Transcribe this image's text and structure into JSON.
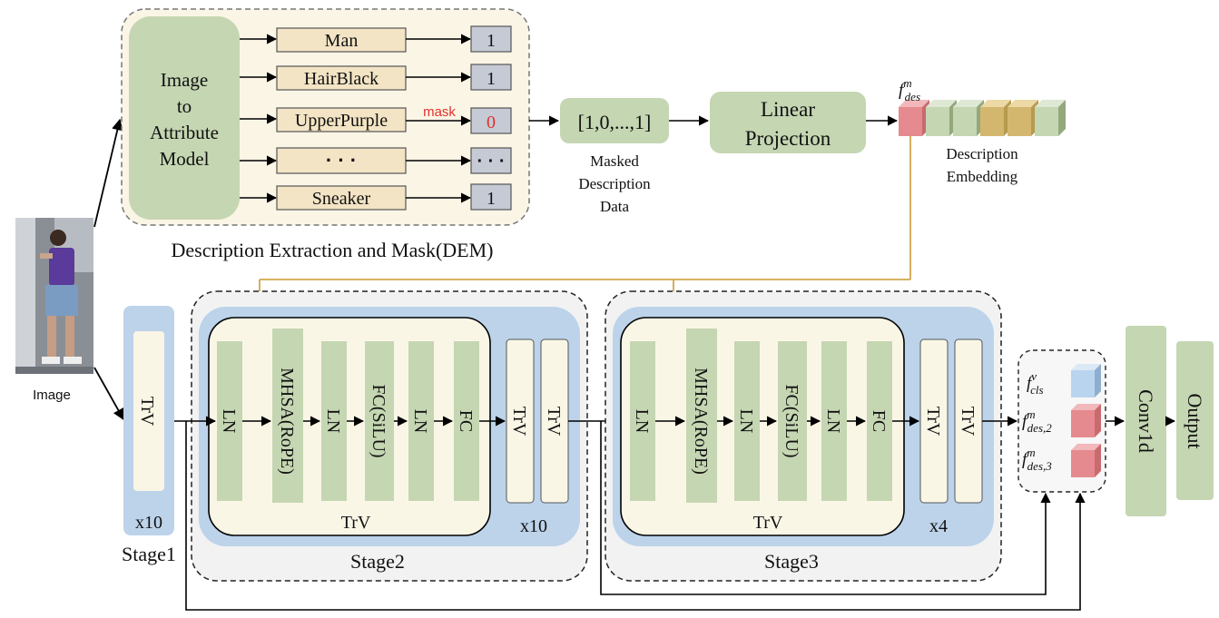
{
  "image": {
    "caption": "Image"
  },
  "dem": {
    "model_label": [
      "Image",
      "to",
      "Attribute",
      "Model"
    ],
    "attributes": [
      {
        "label": "Man",
        "value": "1"
      },
      {
        "label": "HairBlack",
        "value": "1"
      },
      {
        "label": "UpperPurple",
        "value": "0"
      },
      {
        "label": "· · ·",
        "value": "· · ·"
      },
      {
        "label": "Sneaker",
        "value": "1"
      }
    ],
    "mask_label": "mask",
    "title": "Description Extraction and Mask(DEM)"
  },
  "masked": {
    "vector": "[1,0,...,1]",
    "caption": [
      "Masked",
      "Description",
      "Data"
    ]
  },
  "projection": {
    "label": [
      "Linear",
      "Projection"
    ]
  },
  "embedding": {
    "symbol": "f",
    "symbol_sup": "m",
    "symbol_sub": "des",
    "caption": [
      "Description",
      "Embedding"
    ]
  },
  "stage1": {
    "block": "TrV",
    "repeat": "x10",
    "title": "Stage1"
  },
  "stage2": {
    "layers": [
      "LN",
      "MHSA(RoPE)",
      "LN",
      "FC(SiLU)",
      "LN",
      "FC"
    ],
    "inner_title": "TrV",
    "trv_blocks": [
      "TrV",
      "TrV"
    ],
    "repeat": "x10",
    "title": "Stage2"
  },
  "stage3": {
    "layers": [
      "LN",
      "MHSA(RoPE)",
      "LN",
      "FC(SiLU)",
      "LN",
      "FC"
    ],
    "inner_title": "TrV",
    "trv_blocks": [
      "TrV",
      "TrV"
    ],
    "repeat": "x4",
    "title": "Stage3"
  },
  "features": [
    {
      "symbol": "f",
      "sup": "v",
      "sub": "cls",
      "color": "#b9d4ee"
    },
    {
      "symbol": "f",
      "sup": "m",
      "sub": "des,2",
      "color": "#e58a8f"
    },
    {
      "symbol": "f",
      "sup": "m",
      "sub": "des,3",
      "color": "#e58a8f"
    }
  ],
  "conv": {
    "label": "Conv1d"
  },
  "output": {
    "label": "Output"
  },
  "colors": {
    "green": "#c5d6b2",
    "beige": "#f2e4c4",
    "cream": "#faf6e6",
    "blue": "#bcd3ea",
    "gray": "#c6cad5",
    "pink": "#e58a8f",
    "gold": "#d3b76e",
    "gold_line": "#d2a64a",
    "mask_red": "#e0312b"
  }
}
